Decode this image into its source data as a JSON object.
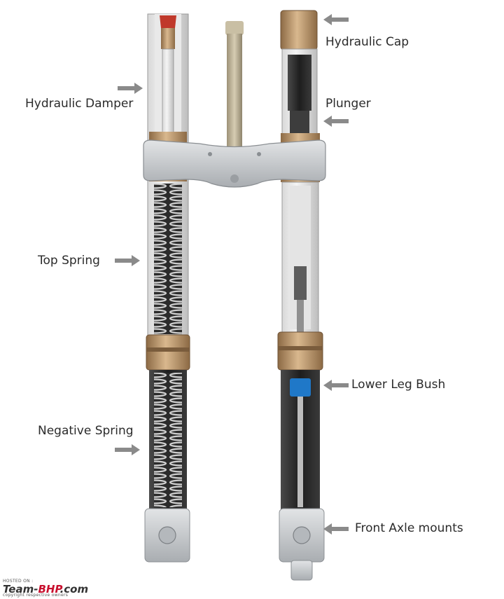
{
  "labels": {
    "hydraulic_cap": "Hydraulic Cap",
    "hydraulic_damper": "Hydraulic Damper",
    "plunger": "Plunger",
    "top_spring": "Top Spring",
    "lower_leg_bush": "Lower Leg Bush",
    "negative_spring": "Negative Spring",
    "front_axle_mounts": "Front Axle mounts"
  },
  "watermark": {
    "hosted_on": "HOSTED ON :",
    "site_prefix": "Team-",
    "site_accent": "BHP",
    "site_suffix": ".com",
    "tagline": "copyright respective owners"
  },
  "colors": {
    "arrow": "#8a8a8a",
    "tube_dark": "#2a2a2a",
    "bronze": "#b8946a",
    "silver": "#c9ccce",
    "bush_blue": "#1f78c8",
    "watermark_accent": "#c8102e"
  }
}
